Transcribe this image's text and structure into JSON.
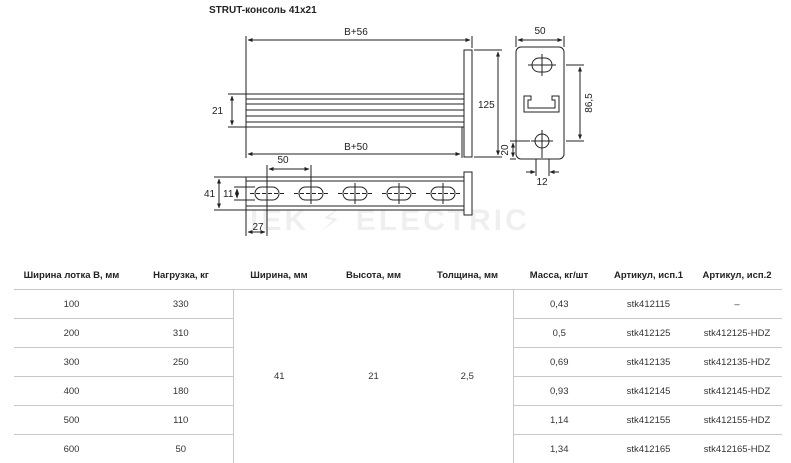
{
  "title": "STRUT-консоль 41x21",
  "watermark": "IEK ⚡ ELECTRIC",
  "drawing": {
    "side_view": {
      "top_dim": "B+56",
      "bottom_dim": "B+50",
      "height_dim": "21",
      "total_height_dim": "125"
    },
    "end_view": {
      "width_dim": "50",
      "height_dim": "86,5",
      "hole_dim": "20",
      "bottom_dim": "12"
    },
    "top_view": {
      "hole_pitch_dim": "50",
      "outer_dim": "41",
      "inner_dim": "11",
      "offset_dim": "27"
    }
  },
  "table": {
    "headers": [
      "Ширина лотка В, мм",
      "Нагрузка, кг",
      "Ширина, мм",
      "Высота, мм",
      "Толщина, мм",
      "Масса, кг/шт",
      "Артикул, исп.1",
      "Артикул, исп.2"
    ],
    "merged": {
      "width": "41",
      "height": "21",
      "thickness": "2,5"
    },
    "rows": [
      {
        "tray_width": "100",
        "load": "330",
        "mass": "0,43",
        "art1": "stk412115",
        "art2": "–"
      },
      {
        "tray_width": "200",
        "load": "310",
        "mass": "0,5",
        "art1": "stk412125",
        "art2": "stk412125-HDZ"
      },
      {
        "tray_width": "300",
        "load": "250",
        "mass": "0,69",
        "art1": "stk412135",
        "art2": "stk412135-HDZ"
      },
      {
        "tray_width": "400",
        "load": "180",
        "mass": "0,93",
        "art1": "stk412145",
        "art2": "stk412145-HDZ"
      },
      {
        "tray_width": "500",
        "load": "110",
        "mass": "1,14",
        "art1": "stk412155",
        "art2": "stk412155-HDZ"
      },
      {
        "tray_width": "600",
        "load": "50",
        "mass": "1,34",
        "art1": "stk412165",
        "art2": "stk412165-HDZ"
      }
    ]
  }
}
